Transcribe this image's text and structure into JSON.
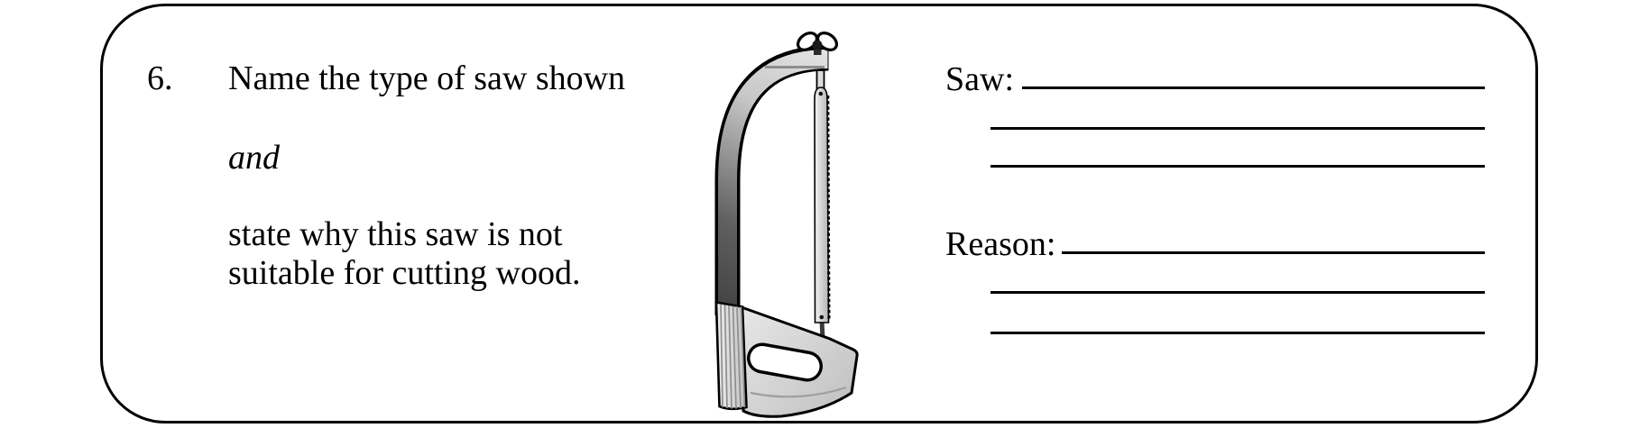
{
  "question": {
    "number": "6.",
    "prompt_line1": "Name the type of saw shown",
    "conjunction": "and",
    "prompt_line2a": "state why this saw is not",
    "prompt_line2b": "suitable for cutting wood."
  },
  "answers": {
    "saw_label": "Saw:",
    "reason_label": "Reason:",
    "saw_value": "",
    "reason_value": "",
    "saw_lines": 3,
    "reason_lines": 3
  },
  "illustration": {
    "icon": "hacksaw-icon",
    "parts": [
      "wing-nut",
      "frame",
      "blade",
      "handle"
    ]
  },
  "colors": {
    "ink": "#000000",
    "paper": "#ffffff",
    "frame_dark_metal": "#3c3c3c",
    "metal_light": "#d8d8d8",
    "handle_gray": "#d6d6d6"
  }
}
